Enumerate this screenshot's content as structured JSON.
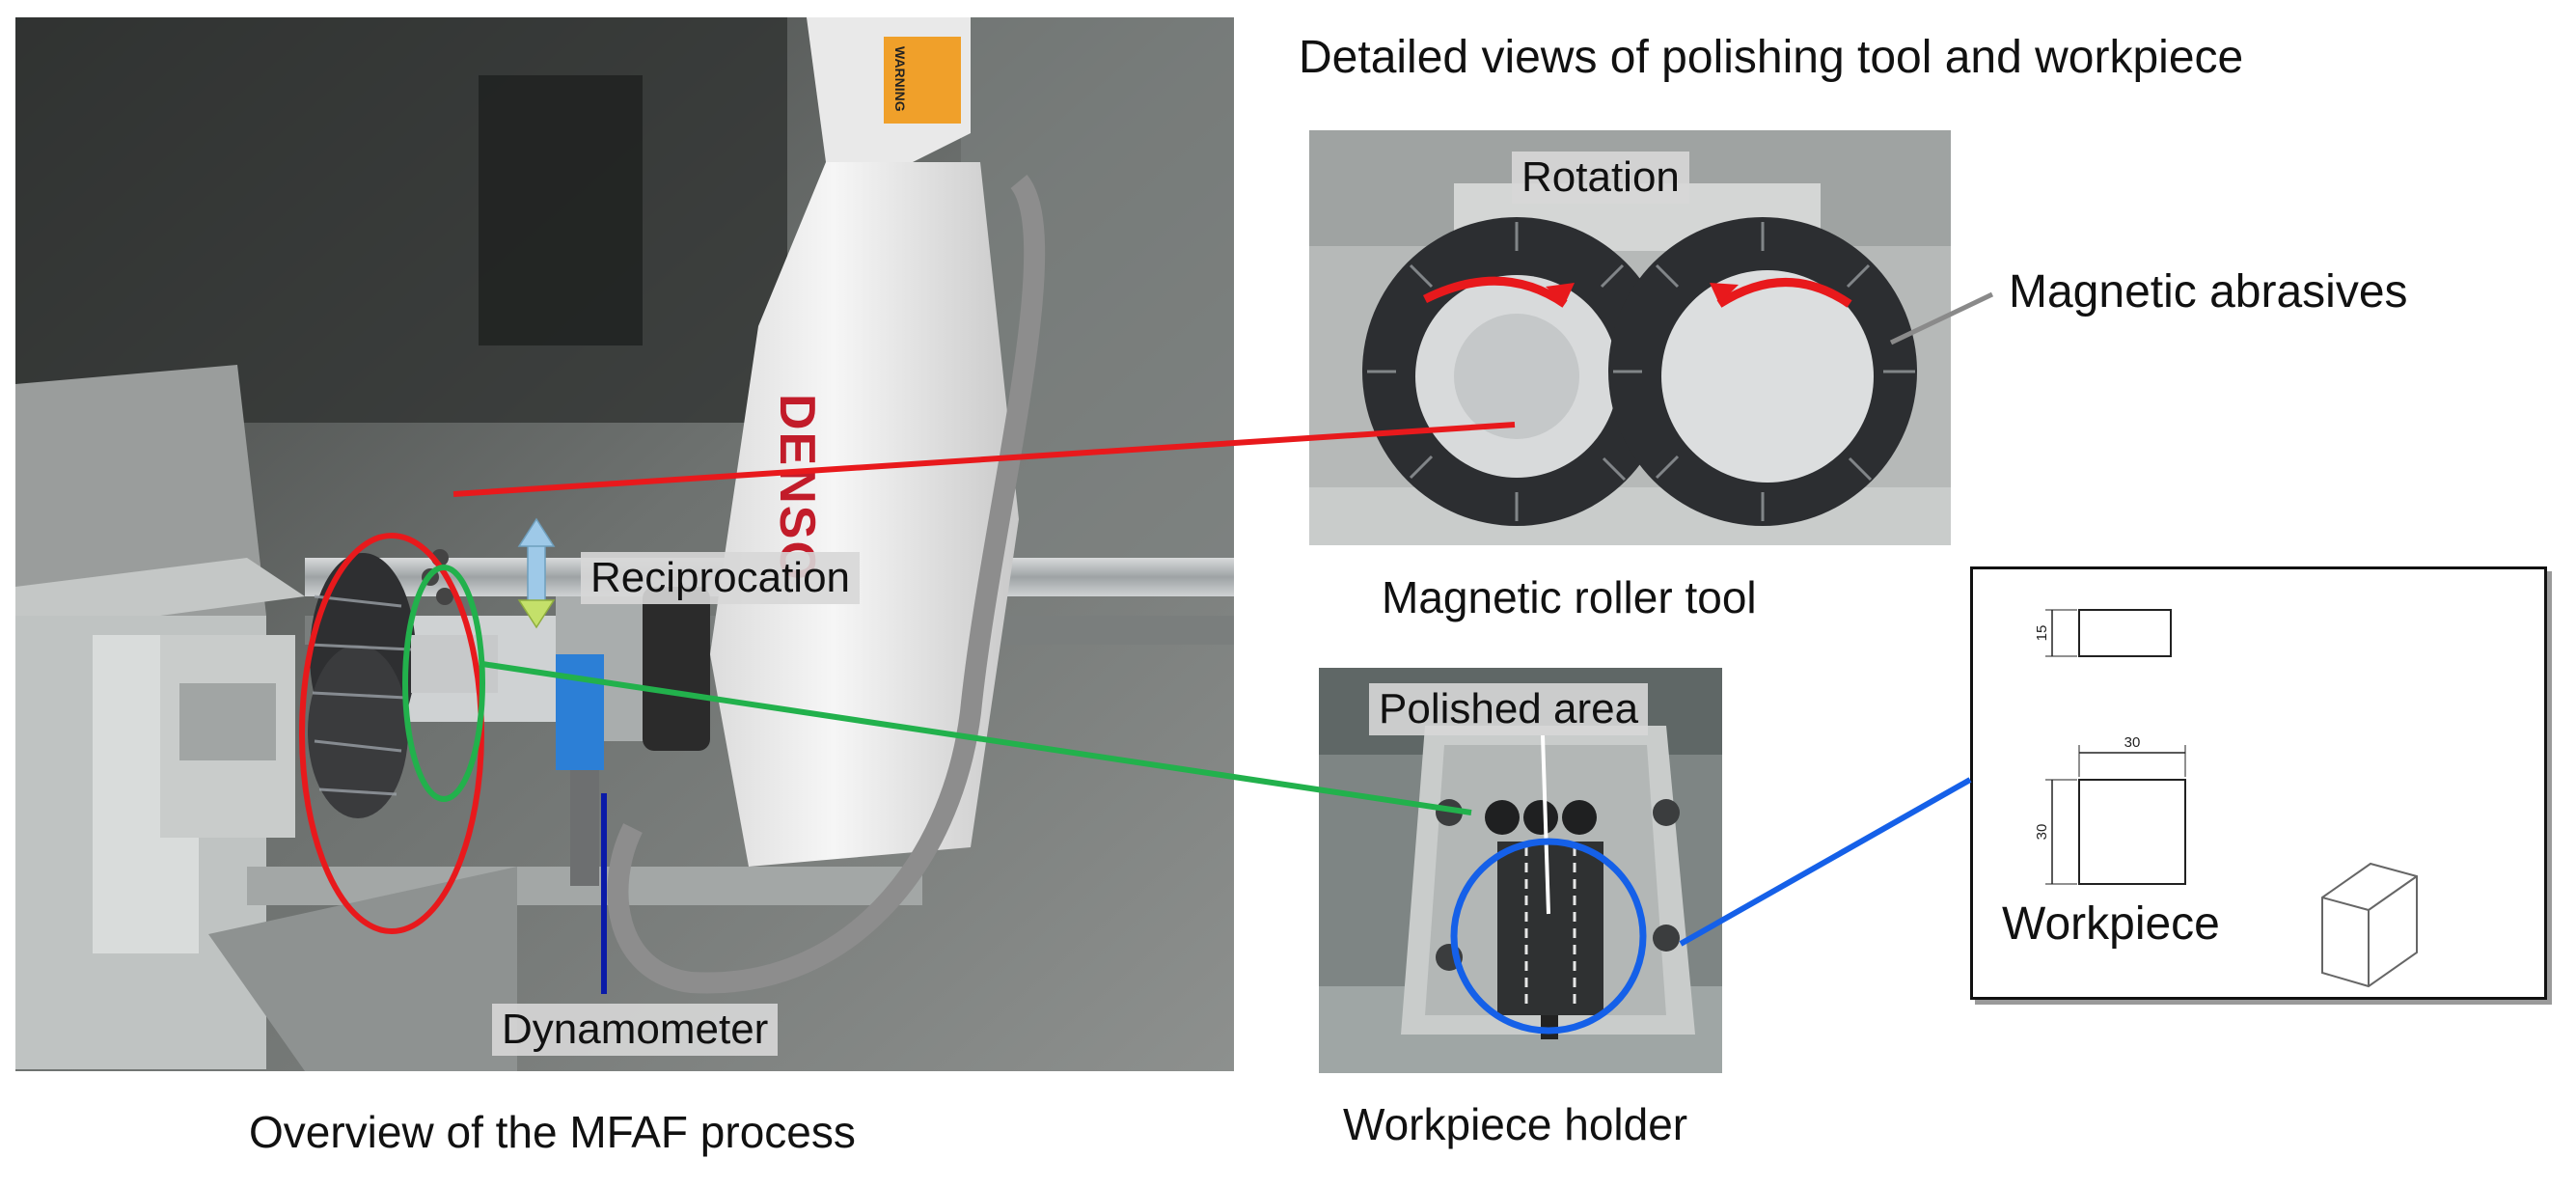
{
  "title": "Detailed views of polishing tool and workpiece",
  "overview": {
    "caption": "Overview of the MFAF process",
    "reciprocation_label": "Reciprocation",
    "dynamometer_label": "Dynamometer",
    "robot_brand": "DENSO",
    "warning_text": "WARNING"
  },
  "roller": {
    "caption": "Magnetic roller tool",
    "rotation_label": "Rotation",
    "abrasives_label": "Magnetic abrasives"
  },
  "holder": {
    "caption": "Workpiece holder",
    "polished_label": "Polished area"
  },
  "drawing": {
    "label": "Workpiece",
    "dim_top": "15",
    "dim_width": "30",
    "dim_height": "30"
  },
  "colors": {
    "red": "#e8191c",
    "green": "#22b14c",
    "blue": "#1560e8",
    "navy": "#0a1aa8",
    "arrow": "#9ec9e8"
  }
}
